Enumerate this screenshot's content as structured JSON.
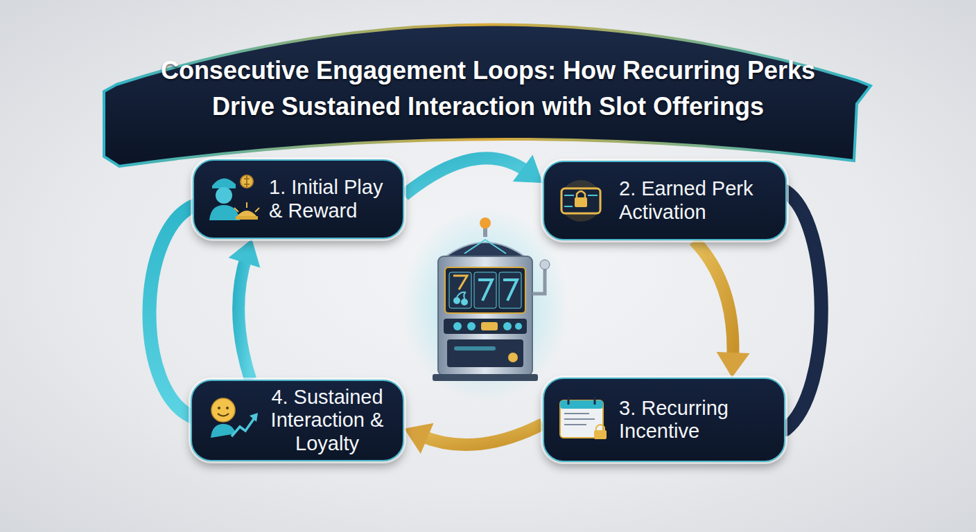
{
  "diagram": {
    "title": "Consecutive Engagement Loops: How Recurring Perks Drive Sustained Interaction with Slot Offerings",
    "nodes": [
      {
        "text": [
          "1. Initial Play & Reward"
        ]
      },
      {
        "text": [
          "2. Earned Perk Activation"
        ]
      },
      {
        "text": [
          "3. Recurring Incentive"
        ]
      },
      {
        "text": [
          "4. Sustained Interaction & Loyalty"
        ]
      }
    ],
    "edges": [
      {
        "from": 0,
        "to": 1,
        "arrow": "to"
      },
      {
        "from": 1,
        "to": 2,
        "arrow": "to"
      },
      {
        "from": 2,
        "to": 3,
        "arrow": "to"
      },
      {
        "from": 3,
        "to": 0,
        "arrow": "to"
      }
    ]
  }
}
